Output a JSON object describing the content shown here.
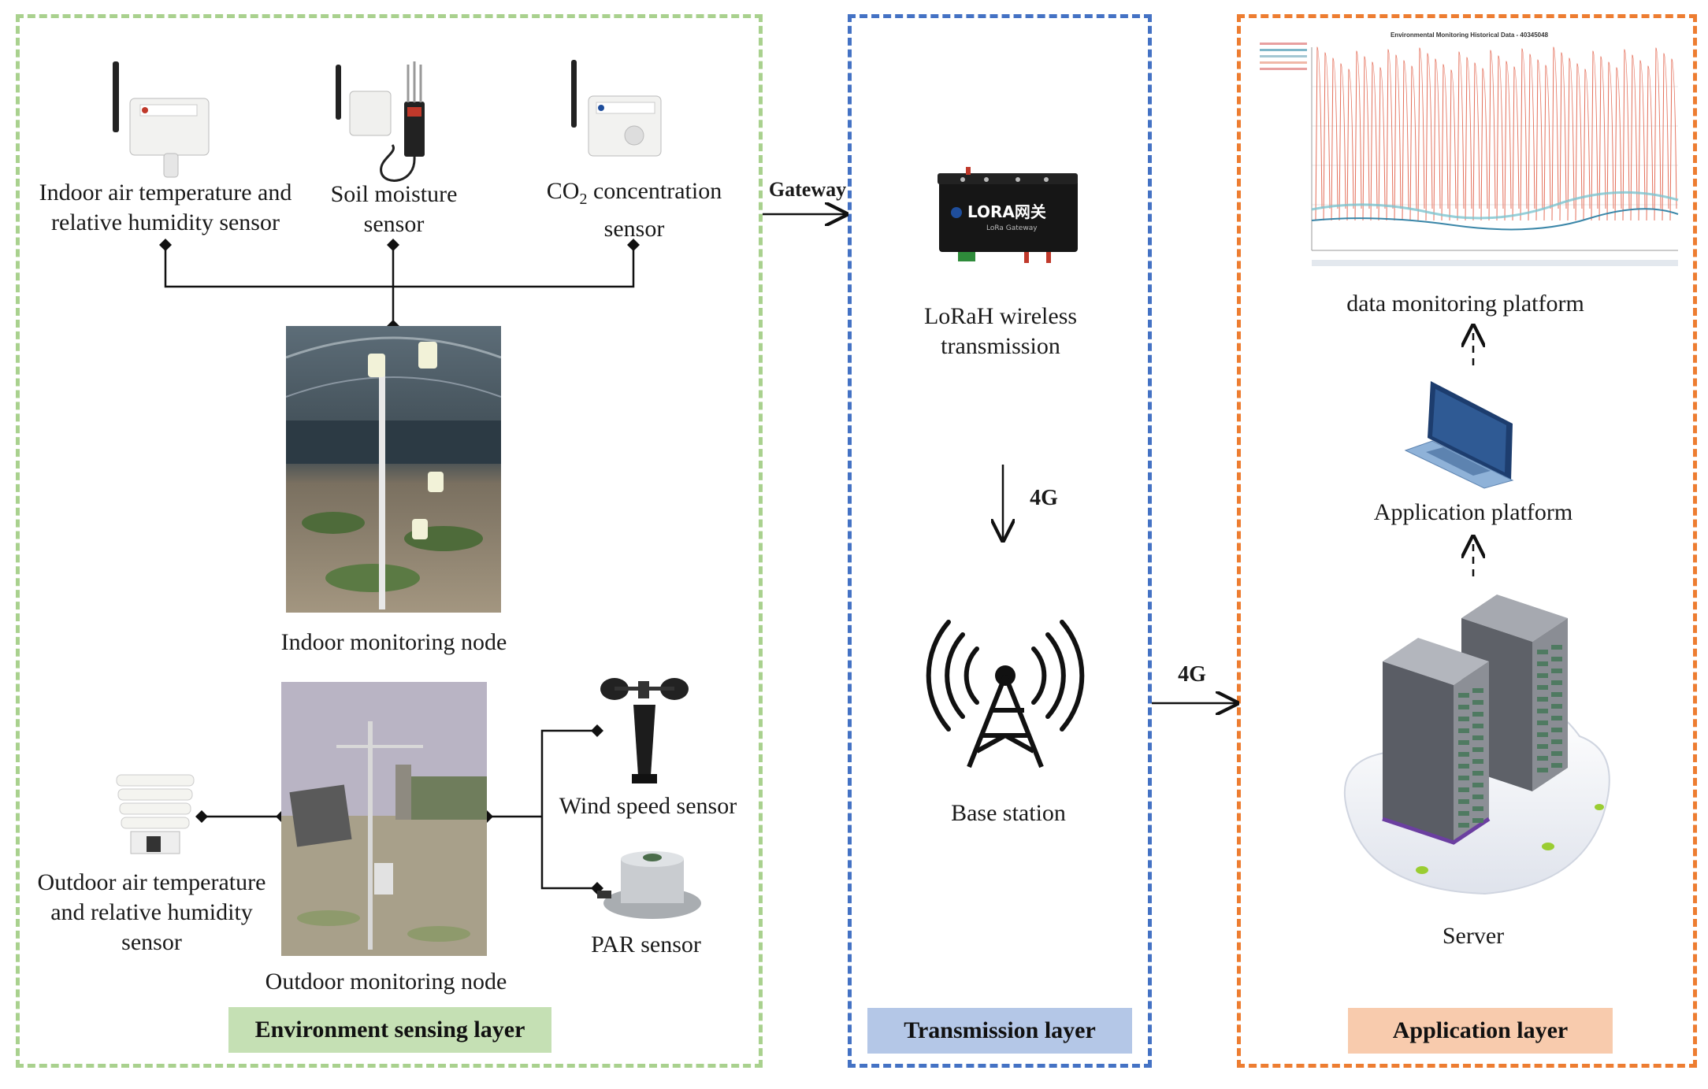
{
  "colors": {
    "sensing_border": "#a9d18e",
    "transmission_border": "#4472c4",
    "application_border": "#ed7d31",
    "sensing_badge": "#c5e0b4",
    "transmission_badge": "#b4c7e7",
    "application_badge": "#f8cbad"
  },
  "layers": {
    "sensing": "Environment sensing layer",
    "transmission": "Transmission layer",
    "application": "Application layer"
  },
  "sensing": {
    "indoor_air_sensor": "Indoor air temperature and relative humidity sensor",
    "soil_sensor": "Soil moisture sensor",
    "co2_sensor_prefix": "CO",
    "co2_sensor_sub": "2",
    "co2_sensor_suffix": " concentration sensor",
    "indoor_node": "Indoor monitoring node",
    "outdoor_air_sensor": "Outdoor air temperature and relative humidity sensor",
    "outdoor_node": "Outdoor monitoring node",
    "wind_sensor": "Wind speed sensor",
    "par_sensor": "PAR sensor"
  },
  "transmission": {
    "gateway": "Gateway",
    "lora_label": "LoRaH wireless transmission",
    "gateway_brand": "LORA网关",
    "gateway_sub": "LoRa Gateway",
    "link_4g": "4G",
    "base_station": "Base station",
    "link_4g_out": "4G"
  },
  "application": {
    "chart_title": "Environmental Monitoring Historical Data - 40345048",
    "data_platform": "data monitoring platform",
    "app_platform": "Application platform",
    "server": "Server"
  }
}
